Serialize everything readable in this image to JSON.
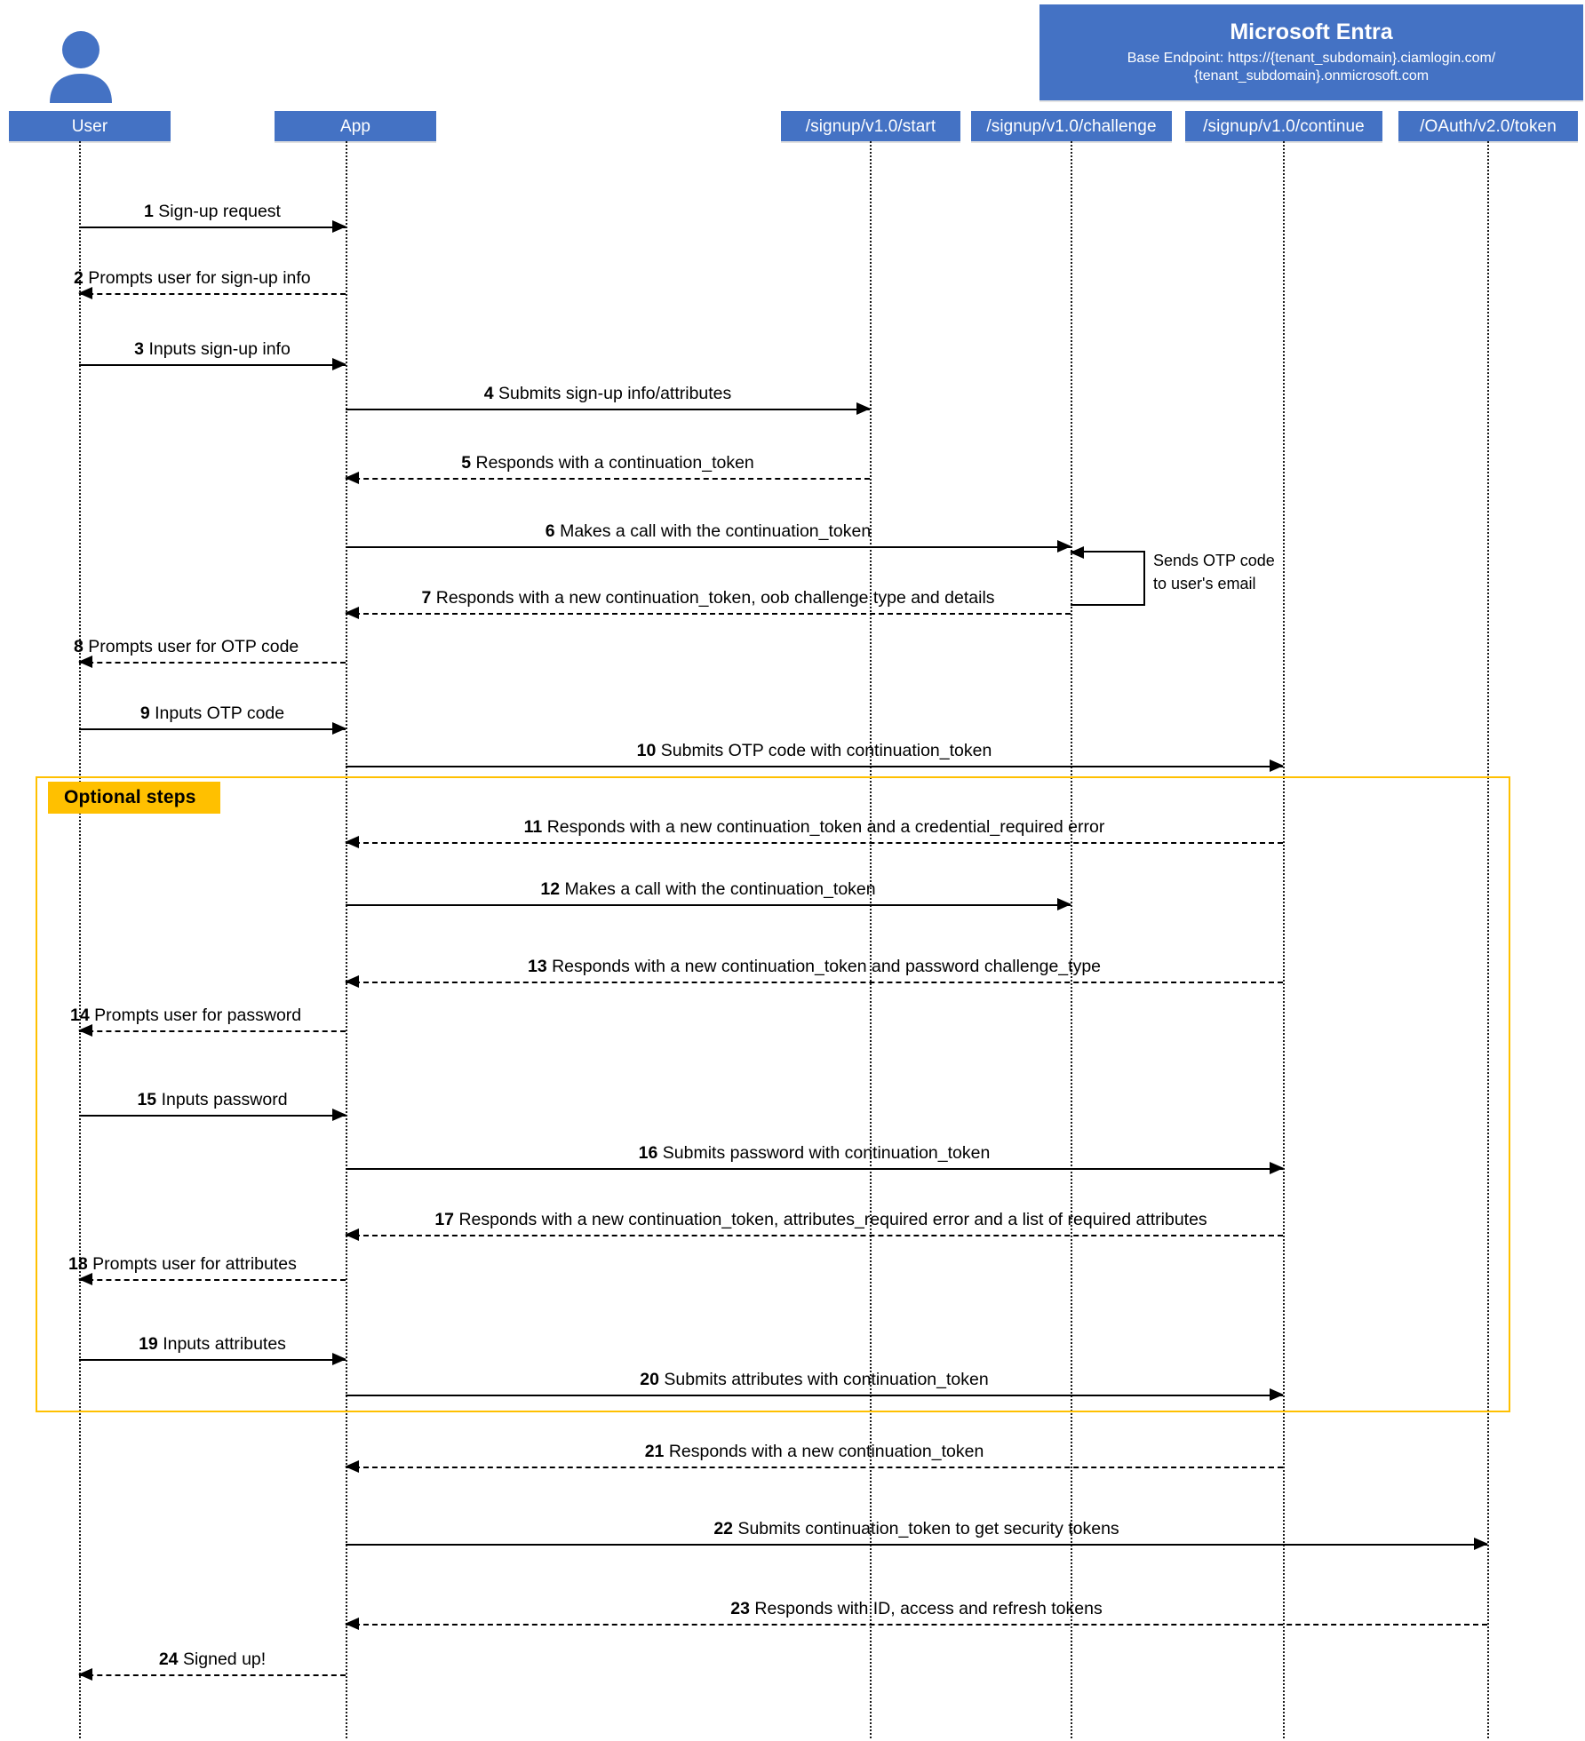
{
  "banner": {
    "title": "Microsoft Entra",
    "subtitle_line1": "Base Endpoint: https://{tenant_subdomain}.ciamlogin.com/",
    "subtitle_line2": "{tenant_subdomain}.onmicrosoft.com",
    "color": "#4472C4"
  },
  "participants": [
    {
      "id": "user",
      "label": "User"
    },
    {
      "id": "app",
      "label": "App"
    },
    {
      "id": "start",
      "label": "/signup/v1.0/start"
    },
    {
      "id": "challenge",
      "label": "/signup/v1.0/challenge"
    },
    {
      "id": "continue",
      "label": "/signup/v1.0/continue"
    },
    {
      "id": "token",
      "label": "/OAuth/v2.0/token"
    }
  ],
  "fragment": {
    "label": "Optional steps",
    "border_color": "#FFC000",
    "tag_color": "#FFC000"
  },
  "note": {
    "line1": "Sends OTP code",
    "line2": "to user's email"
  },
  "messages": [
    {
      "num": "1",
      "text": "Sign-up request",
      "from": "user",
      "to": "app",
      "style": "solid"
    },
    {
      "num": "2",
      "text": "Prompts user for sign-up info",
      "from": "app",
      "to": "user",
      "style": "dashed"
    },
    {
      "num": "3",
      "text": "Inputs sign-up info",
      "from": "user",
      "to": "app",
      "style": "solid"
    },
    {
      "num": "4",
      "text": "Submits sign-up info/attributes",
      "from": "app",
      "to": "start",
      "style": "solid"
    },
    {
      "num": "5",
      "text": "Responds with a continuation_token",
      "from": "start",
      "to": "app",
      "style": "dashed"
    },
    {
      "num": "6",
      "text": "Makes a call with the continuation_token",
      "from": "app",
      "to": "challenge",
      "style": "solid"
    },
    {
      "num": "7",
      "text": "Responds with a new continuation_token, oob challenge type and details",
      "from": "challenge",
      "to": "app",
      "style": "dashed"
    },
    {
      "num": "8",
      "text": "Prompts user for OTP code",
      "from": "app",
      "to": "user",
      "style": "dashed"
    },
    {
      "num": "9",
      "text": "Inputs OTP code",
      "from": "user",
      "to": "app",
      "style": "solid"
    },
    {
      "num": "10",
      "text": "Submits OTP code with continuation_token",
      "from": "app",
      "to": "continue",
      "style": "solid"
    },
    {
      "num": "11",
      "text": "Responds with a new continuation_token and a credential_required error",
      "from": "continue",
      "to": "app",
      "style": "dashed"
    },
    {
      "num": "12",
      "text": "Makes a call with the continuation_token",
      "from": "app",
      "to": "challenge",
      "style": "solid"
    },
    {
      "num": "13",
      "text": "Responds with a new continuation_token and password challenge_type",
      "from": "challenge",
      "to": "app",
      "style": "dashed"
    },
    {
      "num": "14",
      "text": "Prompts user for password",
      "from": "app",
      "to": "user",
      "style": "dashed"
    },
    {
      "num": "15",
      "text": "Inputs password",
      "from": "user",
      "to": "app",
      "style": "solid"
    },
    {
      "num": "16",
      "text": "Submits password with continuation_token",
      "from": "app",
      "to": "continue",
      "style": "solid"
    },
    {
      "num": "17",
      "text": "Responds with a new continuation_token, attributes_required error and a list of required attributes",
      "from": "continue",
      "to": "app",
      "style": "dashed"
    },
    {
      "num": "18",
      "text": "Prompts user for attributes",
      "from": "app",
      "to": "user",
      "style": "dashed"
    },
    {
      "num": "19",
      "text": "Inputs attributes",
      "from": "user",
      "to": "app",
      "style": "solid"
    },
    {
      "num": "20",
      "text": "Submits attributes with continuation_token",
      "from": "app",
      "to": "continue",
      "style": "solid"
    },
    {
      "num": "21",
      "text": "Responds with a new continuation_token",
      "from": "continue",
      "to": "app",
      "style": "dashed"
    },
    {
      "num": "22",
      "text": "Submits continuation_token to get security tokens",
      "from": "app",
      "to": "token",
      "style": "solid"
    },
    {
      "num": "23",
      "text": "Responds with ID, access and refresh tokens",
      "from": "token",
      "to": "app",
      "style": "dashed"
    },
    {
      "num": "24",
      "text": "Signed up!",
      "from": "app",
      "to": "user",
      "style": "dashed"
    }
  ]
}
